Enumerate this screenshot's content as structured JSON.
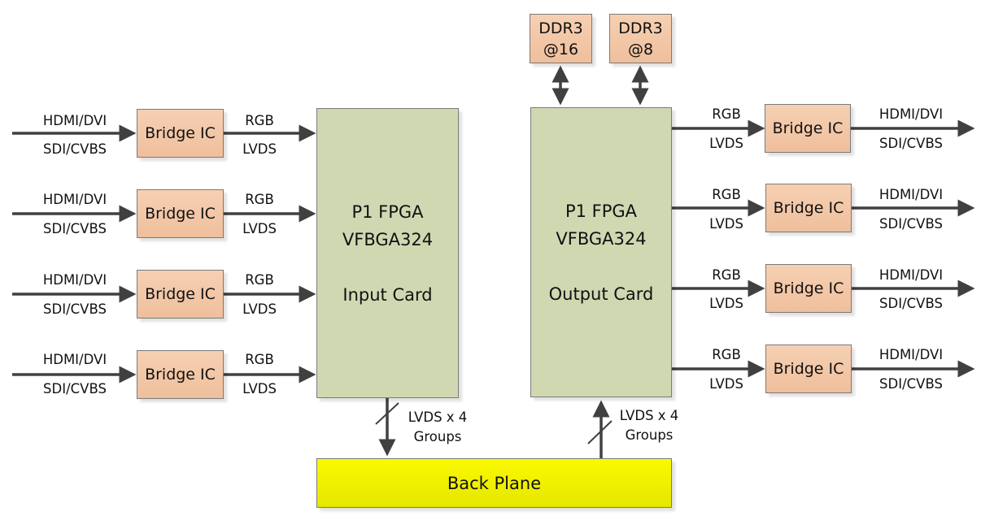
{
  "diagram": {
    "input_card": {
      "line1": "P1 FPGA",
      "line2": "VFBGA324",
      "line3": "Input Card"
    },
    "output_card": {
      "line1": "P1 FPGA",
      "line2": "VFBGA324",
      "line3": "Output Card"
    },
    "memories": [
      {
        "line1": "DDR3",
        "line2": "@16"
      },
      {
        "line1": "DDR3",
        "line2": "@8"
      }
    ],
    "back_plane": "Back Plane",
    "input_channels": [
      {
        "bridge": "Bridge IC",
        "in_top": "HDMI/DVI",
        "in_bottom": "SDI/CVBS",
        "out_top": "RGB",
        "out_bottom": "LVDS"
      },
      {
        "bridge": "Bridge IC",
        "in_top": "HDMI/DVI",
        "in_bottom": "SDI/CVBS",
        "out_top": "RGB",
        "out_bottom": "LVDS"
      },
      {
        "bridge": "Bridge IC",
        "in_top": "HDMI/DVI",
        "in_bottom": "SDI/CVBS",
        "out_top": "RGB",
        "out_bottom": "LVDS"
      },
      {
        "bridge": "Bridge IC",
        "in_top": "HDMI/DVI",
        "in_bottom": "SDI/CVBS",
        "out_top": "RGB",
        "out_bottom": "LVDS"
      }
    ],
    "output_channels": [
      {
        "bridge": "Bridge IC",
        "in_top": "RGB",
        "in_bottom": "LVDS",
        "out_top": "HDMI/DVI",
        "out_bottom": "SDI/CVBS"
      },
      {
        "bridge": "Bridge IC",
        "in_top": "RGB",
        "in_bottom": "LVDS",
        "out_top": "HDMI/DVI",
        "out_bottom": "SDI/CVBS"
      },
      {
        "bridge": "Bridge IC",
        "in_top": "RGB",
        "in_bottom": "LVDS",
        "out_top": "HDMI/DVI",
        "out_bottom": "SDI/CVBS"
      },
      {
        "bridge": "Bridge IC",
        "in_top": "RGB",
        "in_bottom": "LVDS",
        "out_top": "HDMI/DVI",
        "out_bottom": "SDI/CVBS"
      }
    ],
    "bus_labels": {
      "input_to_backplane": {
        "line1": "LVDS x 4",
        "line2": "Groups"
      },
      "backplane_to_output": {
        "line1": "LVDS x 4",
        "line2": "Groups"
      }
    },
    "colors": {
      "bridge_fill": "#f2c6a5",
      "fpga_fill": "#d0d8b2",
      "backplane_fill": "#f0f000",
      "arrow": "#404040",
      "border": "#7a7a7a"
    }
  }
}
